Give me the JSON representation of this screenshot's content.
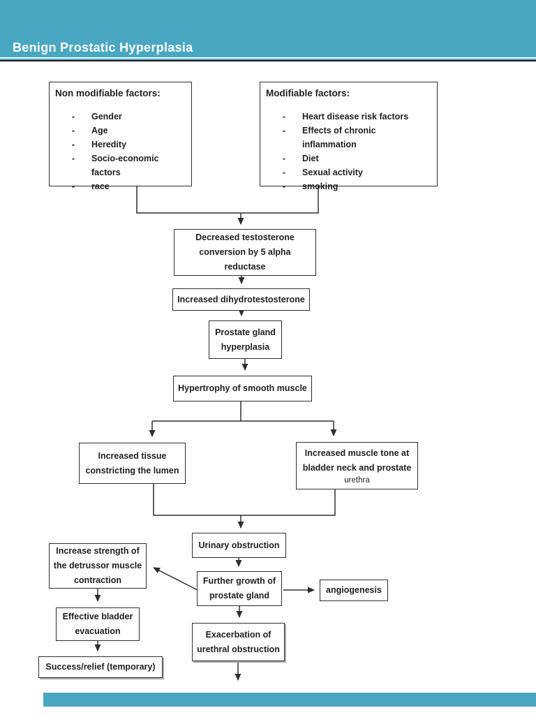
{
  "header": {
    "title": "Benign Prostatic Hyperplasia"
  },
  "theme": {
    "accent": "#4AA7C2",
    "box_border": "#2e2e2e",
    "text": "#1f1f1f"
  },
  "factors": {
    "non_modifiable": {
      "title": "Non modifiable factors:",
      "bullet": "-",
      "items": [
        "Gender",
        "Age",
        "Heredity",
        "Socio-economic factors",
        "race"
      ]
    },
    "modifiable": {
      "title": "Modifiable factors:",
      "bullet": "-",
      "items": [
        "Heart disease risk factors",
        "Effects of chronic inflammation",
        "Diet",
        "Sexual activity",
        "smoking"
      ]
    }
  },
  "nodes": {
    "decreased_testosterone": "Decreased testosterone\nconversion by 5 alpha\nreductase",
    "increased_dht": "Increased dihydrotestosterone",
    "prostate_hyperplasia": "Prostate gland\nhyperplasia",
    "hypertrophy": "Hypertrophy of smooth muscle",
    "increased_tissue": "Increased tissue\nconstricting the lumen",
    "increased_muscle_tone": "Increased muscle tone at\nbladder neck and prostate",
    "increased_muscle_tone_sub": "urethra",
    "urinary_obstruction": "Urinary obstruction",
    "further_growth": "Further growth of\nprostate gland",
    "angiogenesis": "angiogenesis",
    "detrussor": "Increase strength of\nthe detrussor muscle\ncontraction",
    "effective_bladder": "Effective bladder\nevacuation",
    "success_relief": "Success/relief (temporary)",
    "exacerbation": "Exacerbation of\nurethral obstruction"
  }
}
